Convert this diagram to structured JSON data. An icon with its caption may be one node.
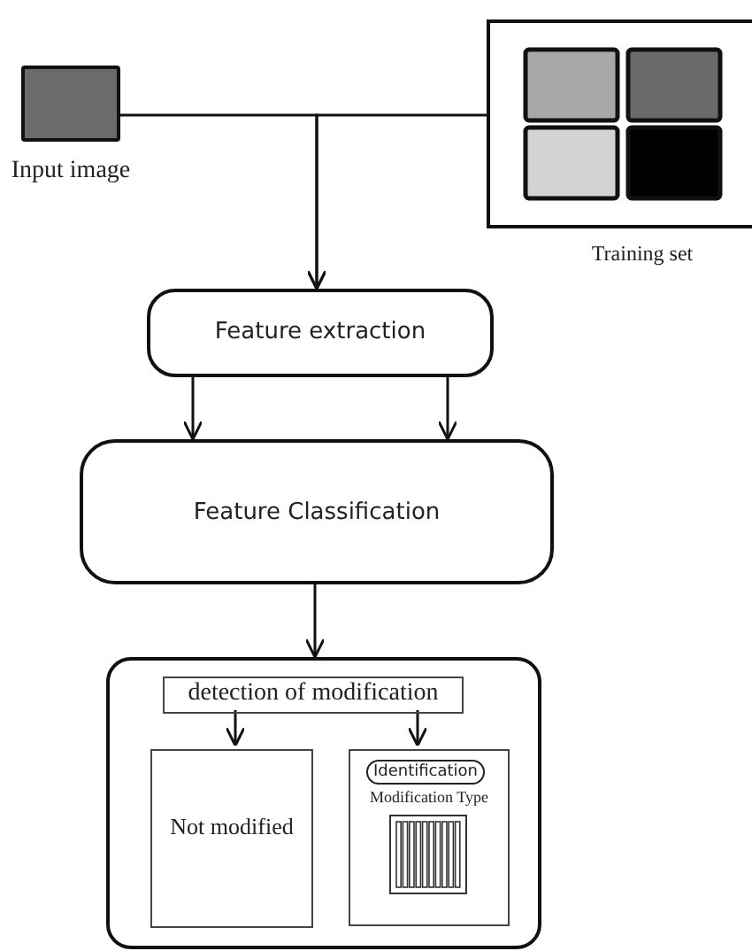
{
  "diagram": {
    "nodes": [
      {
        "text": [],
        "shape": "box",
        "beside": [
          "Input image"
        ]
      },
      {
        "text": [],
        "shape": "box",
        "beside": [
          "Training set"
        ]
      },
      {
        "text": [
          "Feature extraction"
        ]
      },
      {
        "text": [
          "Feature Classification"
        ]
      },
      {
        "text": [],
        "shape": "box"
      },
      {
        "text": [
          "detection of modification"
        ],
        "in": 4
      },
      {
        "text": [
          "Not modified"
        ],
        "in": 4
      },
      {
        "text": [
          "Modification Type"
        ],
        "in": 4
      },
      {
        "text": [
          "Identification"
        ],
        "in": 7
      }
    ],
    "edges": [
      {
        "from": 0,
        "to": 2,
        "arrow": "to"
      },
      {
        "from": 1,
        "to": 2,
        "arrow": "to"
      },
      {
        "from": 2,
        "to": 3,
        "arrow": "to"
      },
      {
        "from": 2,
        "to": 3,
        "arrow": "to"
      },
      {
        "from": 3,
        "to": 4,
        "arrow": "to"
      },
      {
        "from": 5,
        "to": 6,
        "arrow": "to"
      },
      {
        "from": 5,
        "to": 7,
        "arrow": "to"
      }
    ]
  }
}
